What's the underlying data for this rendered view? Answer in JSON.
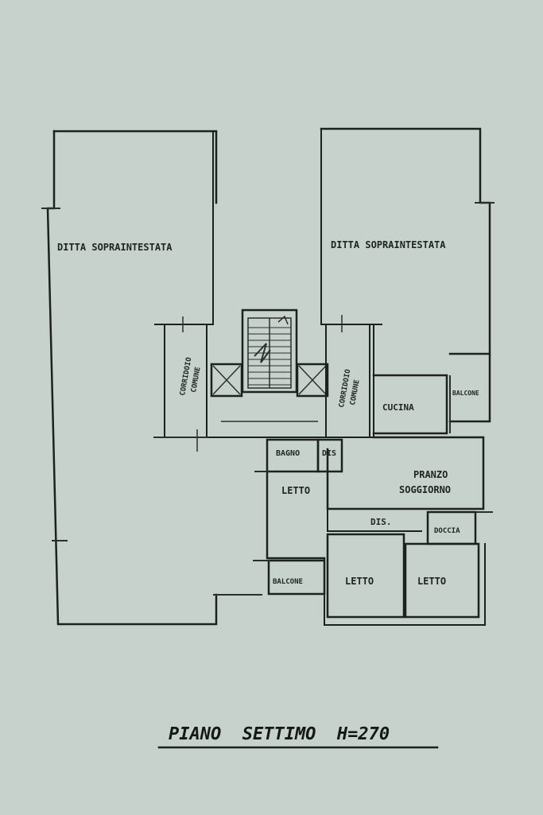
{
  "colors": {
    "paper": "#c8d2cc",
    "ink": "#1c2220"
  },
  "labels": {
    "left_unit": "DITTA SOPRAINTESTATA",
    "right_unit": "DITTA SOPRAINTESTATA",
    "corridor_left_1": "CORRIDOIO",
    "corridor_left_2": "COMUNE",
    "corridor_right_1": "CORRIDOIO",
    "corridor_right_2": "COMUNE",
    "cucina": "CUCINA",
    "balcone_top": "BALCONE",
    "bagno": "BAGNO",
    "dis_top": "DIS",
    "pranzo": "PRANZO",
    "soggiorno": "SOGGIORNO",
    "letto_1": "LETTO",
    "dis_mid": "DIS.",
    "doccia": "DOCCIA",
    "balcone_bottom": "BALCONE",
    "letto_2": "LETTO",
    "letto_3": "LETTO"
  },
  "title": "PIANO  SETTIMO  H=270"
}
